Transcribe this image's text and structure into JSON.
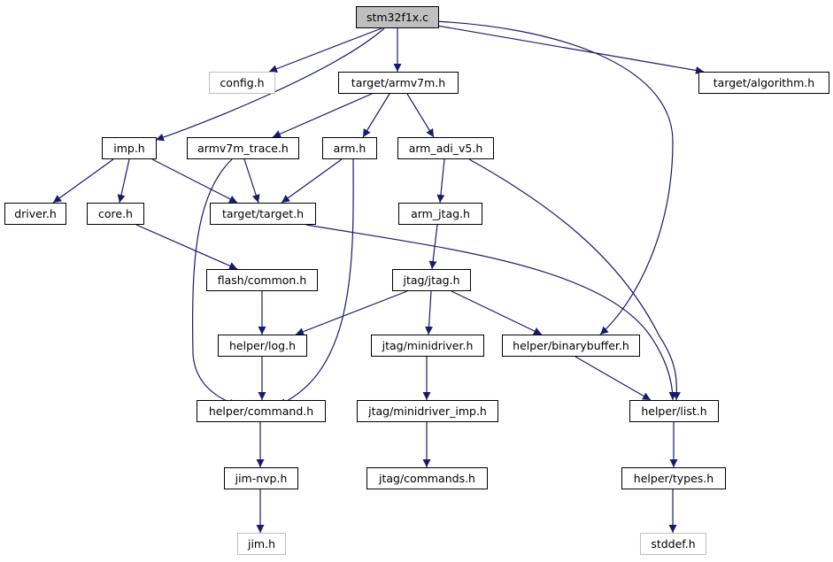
{
  "colors": {
    "edge": "#191970",
    "node_border": "#000000",
    "missing_border": "#bfbfbf",
    "root_fill": "#bfbfbf",
    "node_fill": "#ffffff",
    "missing_text": "#000000"
  },
  "nodes": [
    {
      "id": "stm32f1x",
      "label": "stm32f1x.c",
      "style": "root"
    },
    {
      "id": "config",
      "label": "config.h",
      "style": "missing"
    },
    {
      "id": "armv7m",
      "label": "target/armv7m.h",
      "style": "normal"
    },
    {
      "id": "algorithm",
      "label": "target/algorithm.h",
      "style": "normal"
    },
    {
      "id": "imp",
      "label": "imp.h",
      "style": "normal"
    },
    {
      "id": "armv7m_trace",
      "label": "armv7m_trace.h",
      "style": "normal"
    },
    {
      "id": "arm",
      "label": "arm.h",
      "style": "normal"
    },
    {
      "id": "arm_adi_v5",
      "label": "arm_adi_v5.h",
      "style": "normal"
    },
    {
      "id": "driver",
      "label": "driver.h",
      "style": "normal"
    },
    {
      "id": "core",
      "label": "core.h",
      "style": "normal"
    },
    {
      "id": "target",
      "label": "target/target.h",
      "style": "normal"
    },
    {
      "id": "arm_jtag",
      "label": "arm_jtag.h",
      "style": "normal"
    },
    {
      "id": "flash_common",
      "label": "flash/common.h",
      "style": "normal"
    },
    {
      "id": "jtag",
      "label": "jtag/jtag.h",
      "style": "normal"
    },
    {
      "id": "log",
      "label": "helper/log.h",
      "style": "normal"
    },
    {
      "id": "minidriver",
      "label": "jtag/minidriver.h",
      "style": "normal"
    },
    {
      "id": "binarybuffer",
      "label": "helper/binarybuffer.h",
      "style": "normal"
    },
    {
      "id": "command",
      "label": "helper/command.h",
      "style": "normal"
    },
    {
      "id": "minidriver_imp",
      "label": "jtag/minidriver_imp.h",
      "style": "normal"
    },
    {
      "id": "list",
      "label": "helper/list.h",
      "style": "normal"
    },
    {
      "id": "jimnvp",
      "label": "jim-nvp.h",
      "style": "normal"
    },
    {
      "id": "commands",
      "label": "jtag/commands.h",
      "style": "normal"
    },
    {
      "id": "types",
      "label": "helper/types.h",
      "style": "normal"
    },
    {
      "id": "jim",
      "label": "jim.h",
      "style": "missing"
    },
    {
      "id": "stddef",
      "label": "stddef.h",
      "style": "missing"
    }
  ],
  "edges": [
    [
      "stm32f1x",
      "config"
    ],
    [
      "stm32f1x",
      "armv7m"
    ],
    [
      "stm32f1x",
      "algorithm"
    ],
    [
      "stm32f1x",
      "imp"
    ],
    [
      "stm32f1x",
      "binarybuffer"
    ],
    [
      "armv7m",
      "armv7m_trace"
    ],
    [
      "armv7m",
      "arm"
    ],
    [
      "armv7m",
      "arm_adi_v5"
    ],
    [
      "imp",
      "driver"
    ],
    [
      "imp",
      "core"
    ],
    [
      "imp",
      "target"
    ],
    [
      "armv7m_trace",
      "target"
    ],
    [
      "armv7m_trace",
      "command"
    ],
    [
      "arm",
      "target"
    ],
    [
      "arm",
      "command"
    ],
    [
      "arm_adi_v5",
      "arm_jtag"
    ],
    [
      "arm_adi_v5",
      "list"
    ],
    [
      "core",
      "flash_common"
    ],
    [
      "target",
      "list"
    ],
    [
      "arm_jtag",
      "jtag"
    ],
    [
      "flash_common",
      "log"
    ],
    [
      "jtag",
      "log"
    ],
    [
      "jtag",
      "minidriver"
    ],
    [
      "jtag",
      "binarybuffer"
    ],
    [
      "log",
      "command"
    ],
    [
      "minidriver",
      "minidriver_imp"
    ],
    [
      "binarybuffer",
      "list"
    ],
    [
      "command",
      "jimnvp"
    ],
    [
      "minidriver_imp",
      "commands"
    ],
    [
      "list",
      "types"
    ],
    [
      "jimnvp",
      "jim"
    ],
    [
      "types",
      "stddef"
    ]
  ]
}
